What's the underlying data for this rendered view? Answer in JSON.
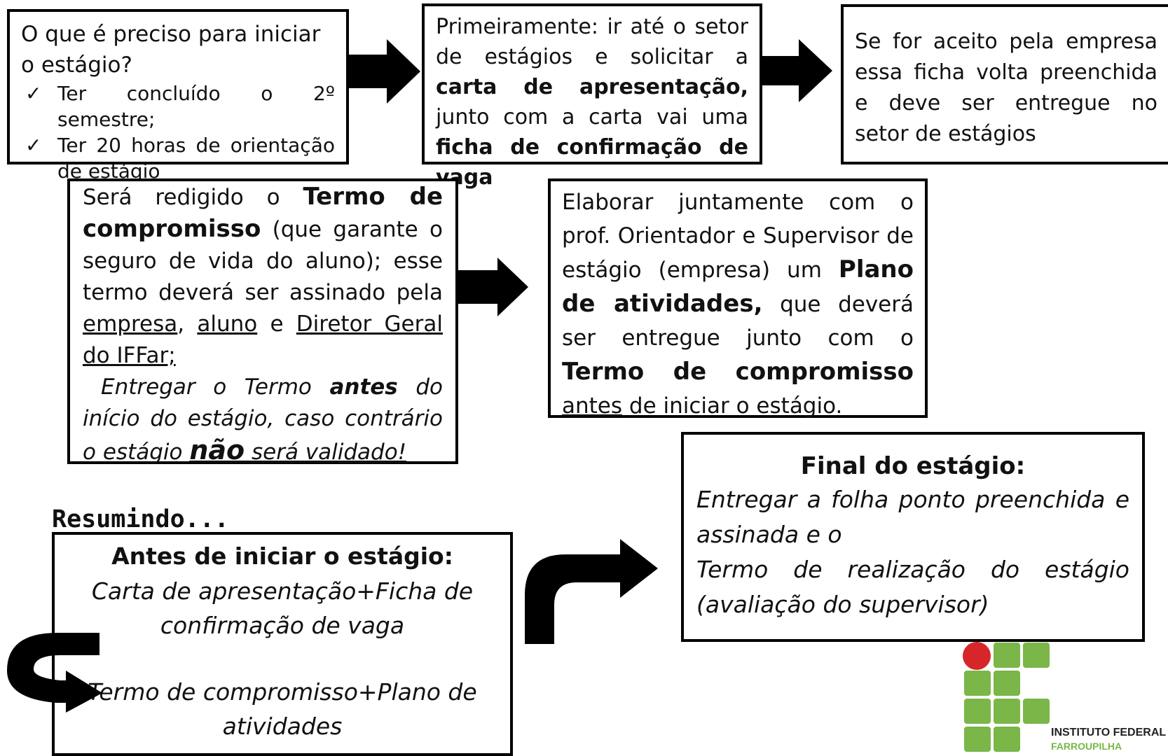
{
  "box1": {
    "question": "O que é preciso para iniciar o estágio?",
    "items": [
      "Ter concluído o 2º semestre;",
      "Ter 20 horas de orientação de estágio"
    ]
  },
  "box2": {
    "t1": "Primeiramente: ir até o setor de estágios e solicitar a ",
    "b1": "carta de apresentação,",
    "t2": " junto com a carta vai uma ",
    "b2": "ficha de confirmação  de vaga"
  },
  "box3": {
    "text": "Se for aceito pela empresa essa ficha volta preenchida e deve ser entregue no setor de estágios"
  },
  "box4": {
    "t1": "Será redigido o ",
    "b1": "Termo de compromisso",
    "t2": " (que garante o seguro de vida do aluno); esse termo deverá ser assinado pela ",
    "u1": "empresa",
    "t3": ", ",
    "u2": "aluno",
    "t4": " e ",
    "u3": "Diretor Geral do IFFar;",
    "i1": "Entregar o Termo ",
    "ib1": "antes",
    "i2": " do início do estágio, caso contrário o estágio ",
    "ib2": "não",
    "i3": " será validado!"
  },
  "box5": {
    "t1": "Elaborar juntamente com o prof. Orientador e Supervisor de estágio (empresa) um ",
    "b1": "Plano de atividades,",
    "t2": " que deverá ser entregue junto com o ",
    "b2": "Termo de compromisso",
    "t3": " ",
    "u1": "antes",
    "t4": " de iniciar o estágio."
  },
  "box6": {
    "title": "Final do estágio:",
    "line1": "Entregar a folha ponto preenchida e assinada e o",
    "line2": "Termo de realização do estágio (avaliação do supervisor)"
  },
  "summary": {
    "heading": "Resumindo...",
    "title": "Antes de iniciar o estágio:",
    "line1": "Carta de apresentação+Ficha de confirmação de vaga",
    "line2": "Termo de compromisso+Plano de atividades"
  },
  "logo": {
    "line1": "INSTITUTO FEDERAL",
    "line2": "FARROUPILHA",
    "colors": {
      "green": "#7ab648",
      "red": "#d7262a"
    }
  }
}
